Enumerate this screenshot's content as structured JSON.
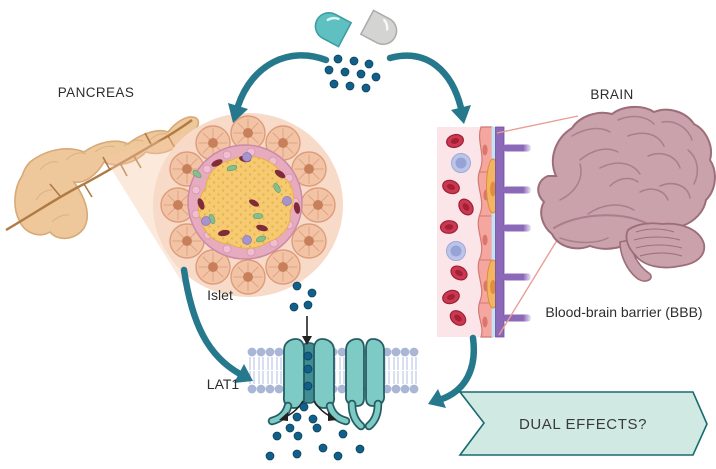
{
  "diagram": {
    "labels": {
      "pancreas": "PANCREAS",
      "brain": "BRAIN",
      "islet": "Islet",
      "lat1": "LAT1",
      "blood_brain_barrier": "Blood-brain barrier (BBB)",
      "dual_effects": "DUAL EFFECTS?"
    },
    "colors": {
      "arrow_teal": "#26798c",
      "drug_particle": "#11608a",
      "capsule_teal": "#5ec0c1",
      "capsule_gray": "#d4d4d2",
      "banner_fill": "#d0e9e2",
      "banner_border": "#186a70",
      "pancreas_fill": "#eec89b",
      "islet_core_yellow": "#f6ca70",
      "islet_ring_pink": "#e7abc0",
      "acinar_cell": "#f3c3a6",
      "brain_fill": "#c9a2ab",
      "membrane_lipid_head": "#a9b6d6",
      "transporter_teal": "#7ecbc5",
      "red_blood_cell": "#cb3950",
      "astrocyte_purple": "#8b68b8",
      "pericyte_orange": "#f4b561",
      "endothelium_pink": "#f5a79f",
      "vessel_lumen_pink": "#fce5e9"
    }
  }
}
